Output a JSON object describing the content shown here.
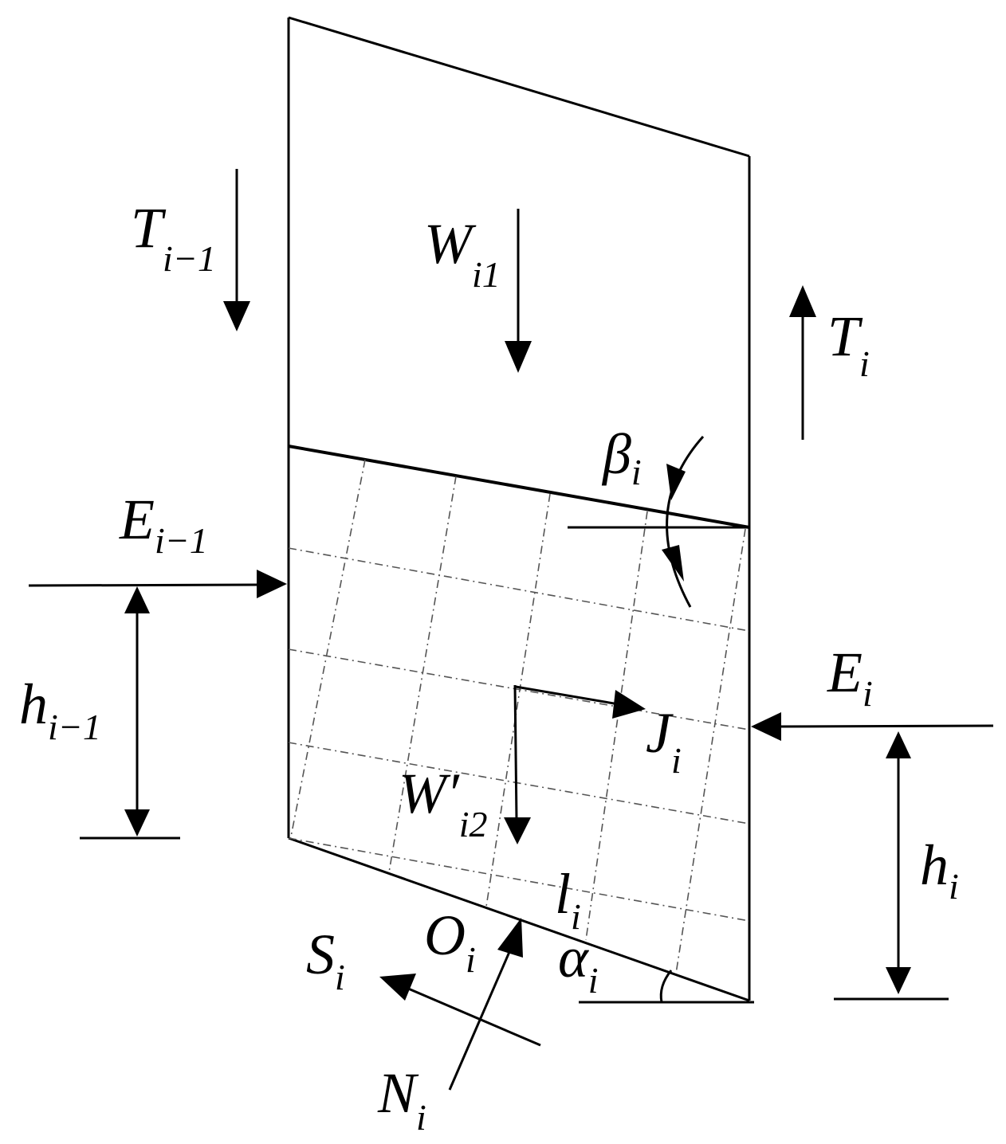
{
  "labels": {
    "T_prev": {
      "base": "T",
      "sub": "i−1"
    },
    "W1": {
      "base": "W",
      "sub": "i1"
    },
    "T_i": {
      "base": "T",
      "sub": "i"
    },
    "beta": {
      "base": "β",
      "sub": "i"
    },
    "E_prev": {
      "base": "E",
      "sub": "i−1"
    },
    "h_prev": {
      "base": "h",
      "sub": "i−1"
    },
    "E_i": {
      "base": "E",
      "sub": "i"
    },
    "J_i": {
      "base": "J",
      "sub": "i"
    },
    "W2": {
      "base": "W′",
      "sub": "i2"
    },
    "h_i": {
      "base": "h",
      "sub": "i"
    },
    "l_i": {
      "base": "l",
      "sub": "i"
    },
    "O_i": {
      "base": "O",
      "sub": "i"
    },
    "alpha": {
      "base": "α",
      "sub": "i"
    },
    "S_i": {
      "base": "S",
      "sub": "i"
    },
    "N_i": {
      "base": "N",
      "sub": "i"
    }
  },
  "colors": {
    "stroke": "#000000",
    "grid": "#555555",
    "background": "#ffffff"
  }
}
